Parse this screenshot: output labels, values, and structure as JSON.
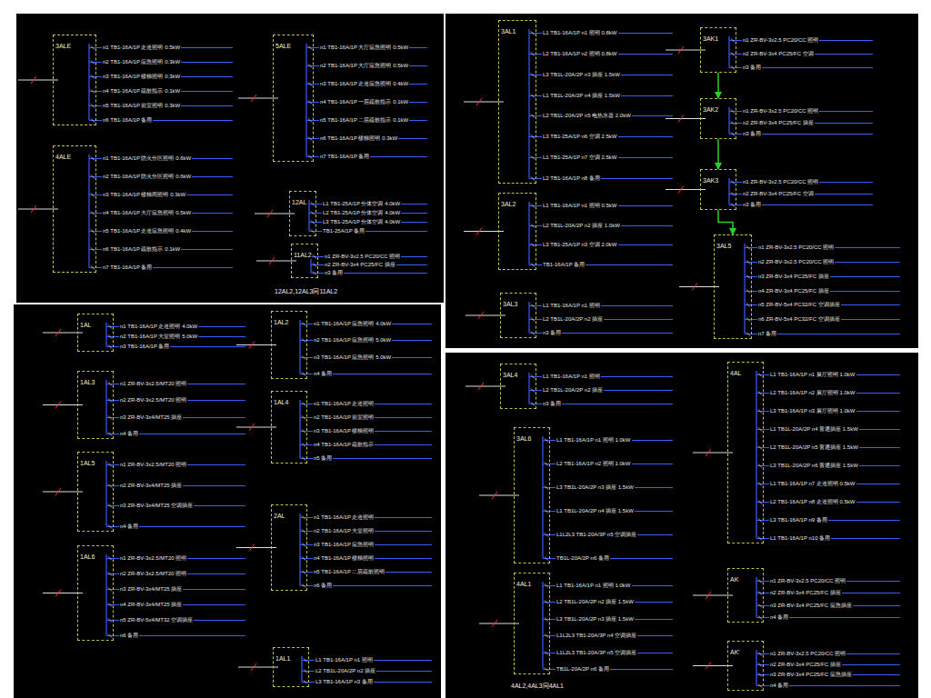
{
  "diagram": {
    "nodes": [
      {
        "text": [
          "3ALE"
        ]
      },
      {
        "text": [
          "4ALE"
        ]
      },
      {
        "text": [
          "5ALE"
        ]
      },
      {
        "text": [
          "12AL"
        ]
      },
      {
        "text": [
          "11AL2"
        ]
      },
      {
        "text": [
          "3AL1"
        ]
      },
      {
        "text": [
          "3AL2"
        ]
      },
      {
        "text": [
          "3AL3"
        ]
      },
      {
        "text": [
          "3AK1"
        ]
      },
      {
        "text": [
          "3AK2"
        ]
      },
      {
        "text": [
          "3AK3"
        ]
      },
      {
        "text": [
          "3AL5"
        ]
      },
      {
        "text": [
          "1AL"
        ]
      },
      {
        "text": [
          "1AL2"
        ]
      },
      {
        "text": [
          "1AL3"
        ]
      },
      {
        "text": [
          "1AL4"
        ]
      },
      {
        "text": [
          "1AL5"
        ]
      },
      {
        "text": [
          "2AL"
        ]
      },
      {
        "text": [
          "1AL6"
        ]
      },
      {
        "text": [
          "1AL1"
        ]
      },
      {
        "text": [
          "3AL4"
        ]
      },
      {
        "text": [
          "3AL6"
        ]
      },
      {
        "text": [
          "4AL1"
        ]
      },
      {
        "text": [
          "4AL"
        ]
      },
      {
        "text": [
          "AK"
        ]
      },
      {
        "text": [
          "AK'"
        ]
      }
    ],
    "edges": [
      {
        "from": 8,
        "to": 9,
        "arrow": "to"
      },
      {
        "from": 9,
        "to": 10,
        "arrow": "to"
      },
      {
        "from": 10,
        "to": 11,
        "arrow": "to"
      }
    ],
    "labels": [
      "12AL2,12AL3同11AL2",
      "4AL2,4AL3同4AL1",
      "n1 TB1-16A/1P 走道照明 0.5kW",
      "n2 TB1-16A/1P 应急照明 0.3kW",
      "n3 TB1-16A/1P 楼梯照明 0.3kW",
      "n4 TB1-16A/1P 疏散指示 0.1kW",
      "n5 TB1-16A/1P 前室照明 0.3kW",
      "n6 TB1-16A/1P 备用",
      "n1 TB1-16A/1P 防火分区照明 0.6kW",
      "n2 TB1-16A/1P 防火分区照明 0.6kW",
      "n3 TB1-16A/1P 楼梯间照明 0.3kW",
      "n4 TB1-16A/1P 大厅应急照明 0.5kW",
      "n5 TB1-16A/1P 走道应急照明 0.4kW",
      "n6 TB1-16A/1P 疏散指示 0.1kW",
      "n7 TB1-16A/1P 备用",
      "n1 TB1-16A/1P 大厅应急照明 0.5kW",
      "n2 TB1-16A/1P 大厅应急照明 0.5kW",
      "n3 TB1-16A/1P 走道应急照明 0.4kW",
      "n4 TB1-16A/1P 一层疏散指示 0.1kW",
      "n5 TB1-16A/1P 二层疏散指示 0.1kW",
      "n6 TB1-16A/1P 楼梯照明 0.3kW",
      "n7 TB1-16A/1P 备用",
      "L1 TB1-25A/1P 分体空调 4.0kW",
      "L2 TB1-25A/1P 分体空调 4.0kW",
      "L3 TB1-25A/1P 分体空调 4.0kW",
      "TB1-25A/1P 备用",
      "n1 ZR-BV-3x2.5 PC20/CC 照明",
      "n2 ZR-BV-3x4 PC25/FC 插座",
      "n3 备用",
      "L1 TB1-16A/1P n1 照明 0.8kW",
      "L2 TB1-16A/1P n2 照明 0.8kW",
      "L3 TB1L-20A/2P n3 插座 1.5kW",
      "L1 TB1L-20A/2P n4 插座 1.5kW",
      "L2 TB1L-20A/2P n5 电热水器 2.0kW",
      "L3 TB1-25A/1P n6 空调 2.5kW",
      "L1 TB1-25A/1P n7 空调 2.5kW",
      "L2 TB1-16A/1P n8 备用",
      "L1 TB1-16A/1P n1 照明 0.5kW",
      "L2 TB1L-20A/2P n2 插座 1.0kW",
      "L3 TB1-25A/1P n3 空调 2.0kW",
      "TB1-16A/1P 备用",
      "L1 TB1-16A/1P n1 照明",
      "L2 TB1L-20A/2P n2 插座",
      "n3 备用",
      "n1 ZR-BV-3x2.5 PC20/CC 照明",
      "n2 ZR-BV-3x4 PC25/FC 空调",
      "n3 备用",
      "n1 ZR-BV-3x2.5 PC20/CC 照明",
      "n2 ZR-BV-3x4 PC25/FC 插座",
      "n3 备用",
      "n1 ZR-BV-3x2.5 PC20/CC 照明",
      "n2 ZR-BV-3x4 PC25/FC 空调",
      "n3 备用",
      "n1 ZR-BV-3x2.5 PC20/CC 照明",
      "n2 ZR-BV-3x2.5 PC20/CC 照明",
      "n3 ZR-BV-3x4 PC25/FC 插座",
      "n4 ZR-BV-3x4 PC25/FC 插座",
      "n5 ZR-BV-5x4 PC32/FC 空调插座",
      "n6 ZR-BV-5x4 PC32/FC 空调插座",
      "n7 备用",
      "n1 TB1-16A/1P 走道照明 4.0kW",
      "n2 TB1-16A/1P 大堂照明 5.0kW",
      "n3 TB1-16A/1P 备用",
      "n1 TB1-16A/1P 应急照明 4.0kW",
      "n2 TB1-16A/1P 应急照明 5.0kW",
      "n3 TB1-16A/1P 应急照明 5.0kW",
      "n4 备用",
      "n1 ZR-BV-3x2.5/MT20 照明",
      "n2 ZR-BV-3x2.5/MT20 照明",
      "n3 ZR-BV-3x4/MT25 插座",
      "n4 备用",
      "n1 TB1-16A/1P 走道照明",
      "n2 TB1-16A/1P 前室照明",
      "n3 TB1-16A/1P 楼梯照明",
      "n4 TB1-16A/1P 疏散指示",
      "n5 备用",
      "n1 ZR-BV-3x2.5/MT20 照明",
      "n2 ZR-BV-3x4/MT25 插座",
      "n3 ZR-BV-3x4/MT25 空调插座",
      "n4 备用",
      "n1 TB1-16A/1P 走道照明",
      "n2 TB1-16A/1P 大堂照明",
      "n3 TB1-16A/1P 应急照明",
      "n4 TB1-16A/1P 楼梯照明",
      "n5 TB1-16A/1P 二层疏散照明",
      "n6 备用",
      "n1 ZR-BV-3x2.5/MT20 照明",
      "n2 ZR-BV-3x2.5/MT20 照明",
      "n3 ZR-BV-3x4/MT25 插座",
      "n4 ZR-BV-3x4/MT25 插座",
      "n5 ZR-BV-5x4/MT32 空调插座",
      "n6 备用",
      "L1 TB1-16A/1P n1 照明",
      "L2 TB1L-20A/2P n2 插座",
      "L3 TB1-16A/1P n3 备用",
      "L1 TB1-16A/1P n1 照明",
      "L2 TB1L-20A/2P n2 插座",
      "n3 备用",
      "L1 TB1-16A/1P n1 照明 1.0kW",
      "L2 TB1-16A/1P n2 照明 1.0kW",
      "L3 TB1L-20A/2P n3 插座 1.5kW",
      "L1 TB1L-20A/2P n4 插座 1.5kW",
      "L1L2L3 TB1-20A/3P n5 空调插座",
      "TB1L-20A/2P n6 备用",
      "L1 TB1-16A/1P n1 照明 1.0kW",
      "L2 TB1L-20A/2P n2 插座 1.5kW",
      "L3 TB1L-20A/2P n3 插座 1.5kW",
      "L1L2L3 TB1-20A/3P n4 空调插座",
      "L1L2L3 TB1-20A/3P n5 空调插座",
      "TB1L-20A/2P n6 备用",
      "L1 TB1-16A/1P n1 展厅照明 1.0kW",
      "L2 TB1-16A/1P n2 展厅照明 1.0kW",
      "L3 TB1-16A/1P n3 展厅照明 1.0kW",
      "L1 TB1L-20A/2P n4 普通插座 1.5kW",
      "L2 TB1L-20A/2P n5 普通插座 1.5kW",
      "L3 TB1L-20A/2P n6 普通插座 1.5kW",
      "L1 TB1-16A/1P n7 走道照明 0.5kW",
      "L2 TB1-16A/1P n8 走道照明 0.5kW",
      "L3 TB1-16A/1P n9 备用",
      "L1 TB1-16A/1P n10 备用",
      "n1 ZR-BV-3x2.5 PC20/CC 照明",
      "n2 ZR-BV-3x4 PC25/FC 插座",
      "n3 ZR-BV-3x4 PC25/FC 应急插座",
      "n4 备用",
      "n1 ZR-BV-3x2.5 PC20/CC 照明",
      "n2 ZR-BV-3x4 PC25/FC 插座",
      "n3 ZR-BV-3x4 PC25/FC 应急插座",
      "n4 备用"
    ]
  }
}
